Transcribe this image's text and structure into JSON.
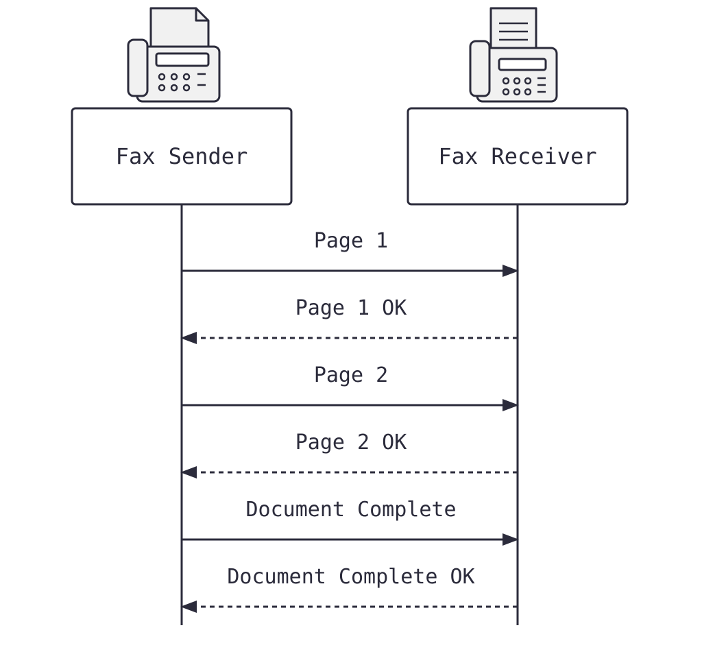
{
  "colors": {
    "ink": "#2b2b3b",
    "device_fill": "#f1f1f1",
    "background": "#ffffff"
  },
  "participants": [
    {
      "id": "sender",
      "label": "Fax Sender",
      "icon": "fax-machine-icon"
    },
    {
      "id": "receiver",
      "label": "Fax Receiver",
      "icon": "fax-machine-printing-icon"
    }
  ],
  "messages": [
    {
      "label": "Page 1",
      "from": "sender",
      "to": "receiver",
      "style": "solid"
    },
    {
      "label": "Page 1 OK",
      "from": "receiver",
      "to": "sender",
      "style": "dashed"
    },
    {
      "label": "Page 2",
      "from": "sender",
      "to": "receiver",
      "style": "solid"
    },
    {
      "label": "Page 2 OK",
      "from": "receiver",
      "to": "sender",
      "style": "dashed"
    },
    {
      "label": "Document Complete",
      "from": "sender",
      "to": "receiver",
      "style": "solid"
    },
    {
      "label": "Document Complete OK",
      "from": "receiver",
      "to": "sender",
      "style": "dashed"
    }
  ]
}
